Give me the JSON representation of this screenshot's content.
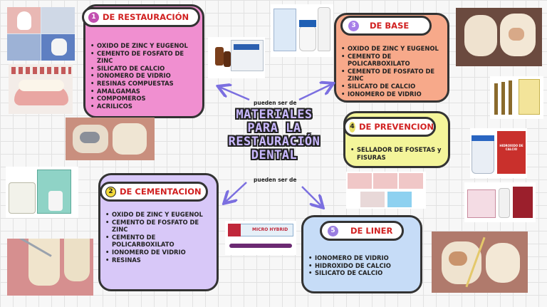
{
  "central": {
    "title_lines": [
      "MATERIALES",
      "PARA LA",
      "RESTAURACIÓN",
      "DENTAL"
    ],
    "connector_upper": "pueden ser de",
    "connector_lower": "pueden ser de"
  },
  "cards": {
    "restauracion": {
      "number": "1",
      "title": "DE RESTAURACIÓN",
      "items": [
        "OXIDO DE ZINC Y EUGENOL",
        "CEMENTO DE FOSFATO DE ZINC",
        "SILICATO DE CALCIO",
        "IONOMERO DE VIDRIO",
        "RESINAS COMPUESTAS",
        "AMALGAMAS",
        "COMPOMEROS",
        "ACRILICOS"
      ],
      "fill": "#f08fd0",
      "badge_color": "#c24fb0"
    },
    "cementacion": {
      "number": "2",
      "title": "DE CEMENTACION",
      "items": [
        "OXIDO DE ZINC Y EUGENOL",
        "CEMENTO DE FOSFATO DE ZINC",
        "CEMENTO DE POLICARBOXILATO",
        "IONOMERO DE VIDRIO",
        "RESINAS"
      ],
      "fill": "#d8c8f8",
      "badge_color": "#f2d93a"
    },
    "base": {
      "number": "3",
      "title": "DE BASE",
      "items": [
        "OXIDO DE ZINC Y EUGENOL",
        "CEMENTO DE POLICARBOXILATO",
        "CEMENTO DE FOSFATO DE ZINC",
        "SILICATO DE CALCIO",
        "IONOMERO DE VIDRIO"
      ],
      "fill": "#f7a98a",
      "badge_color": "#a77ee8"
    },
    "prevencion": {
      "number": "4",
      "title": "DE PREVENCION",
      "items": [
        "SELLADOR DE FOSETAS y FISURAS"
      ],
      "fill": "#f4f59a",
      "badge_color": "#e9e06a"
    },
    "liner": {
      "number": "5",
      "title": "DE LINER",
      "items": [
        "IONOMERO DE VIDRIO",
        "HIDROXIDO DE CALCIO",
        "SILICATO DE CALCIO"
      ],
      "fill": "#c6dcf7",
      "badge_color": "#9a7ee0"
    }
  },
  "product_labels": {
    "hydroxide_box": "HIDROXIDO DE CALCIO",
    "syringe": "MICRO HYBRID"
  },
  "colors": {
    "arrow": "#7b6fe0",
    "title_red": "#d12121",
    "outline": "#333333"
  }
}
